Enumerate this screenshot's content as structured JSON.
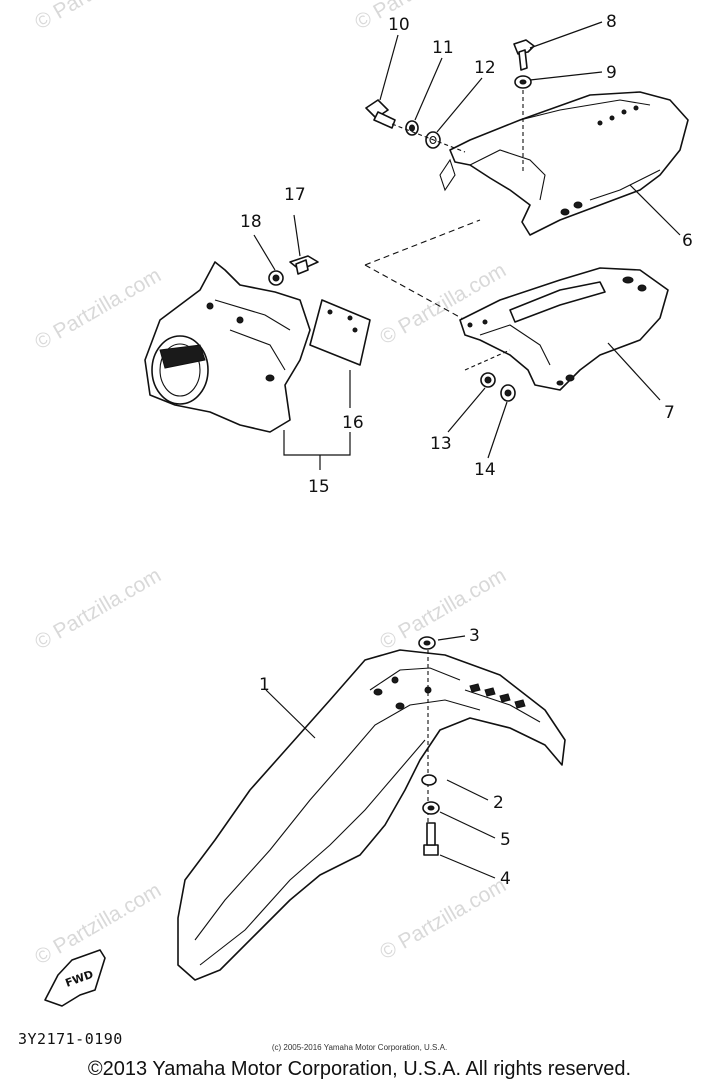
{
  "diagram": {
    "callouts": [
      "1",
      "2",
      "3",
      "4",
      "5",
      "6",
      "7",
      "8",
      "9",
      "10",
      "11",
      "12",
      "13",
      "14",
      "15",
      "16",
      "17",
      "18"
    ],
    "part_code": "3Y2171-0190",
    "fwd_label": "FWD"
  },
  "watermark": {
    "text": "© Partzilla.com"
  },
  "footer": {
    "small_copyright": "(c) 2005-2016 Yamaha Motor Corporation, U.S.A.",
    "copyright": "©2013 Yamaha Motor Corporation, U.S.A. All rights reserved."
  }
}
